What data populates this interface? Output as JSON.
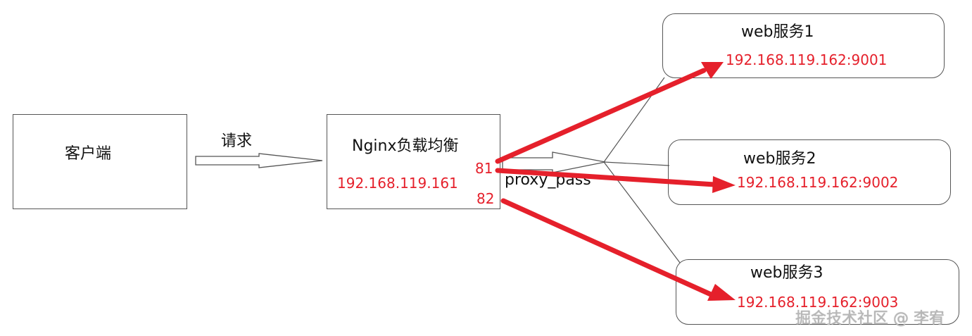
{
  "diagram": {
    "client": {
      "label": "客户端"
    },
    "request_arrow": {
      "label": "请求"
    },
    "nginx": {
      "label": "Nginx负载均衡",
      "ip": "192.168.119.161",
      "port1": "81",
      "port2": "82"
    },
    "proxy_arrow": {
      "label": "proxy_pass"
    },
    "services": [
      {
        "label": "web服务1",
        "address": "192.168.119.162:9001"
      },
      {
        "label": "web服务2",
        "address": "192.168.119.162:9002"
      },
      {
        "label": "web服务3",
        "address": "192.168.119.162:9003"
      }
    ],
    "colors": {
      "accent_red": "#e5202b",
      "line_gray": "#555555",
      "text": "#111111"
    }
  },
  "watermark": {
    "text": "掘金技术社区 @ 李宥"
  }
}
